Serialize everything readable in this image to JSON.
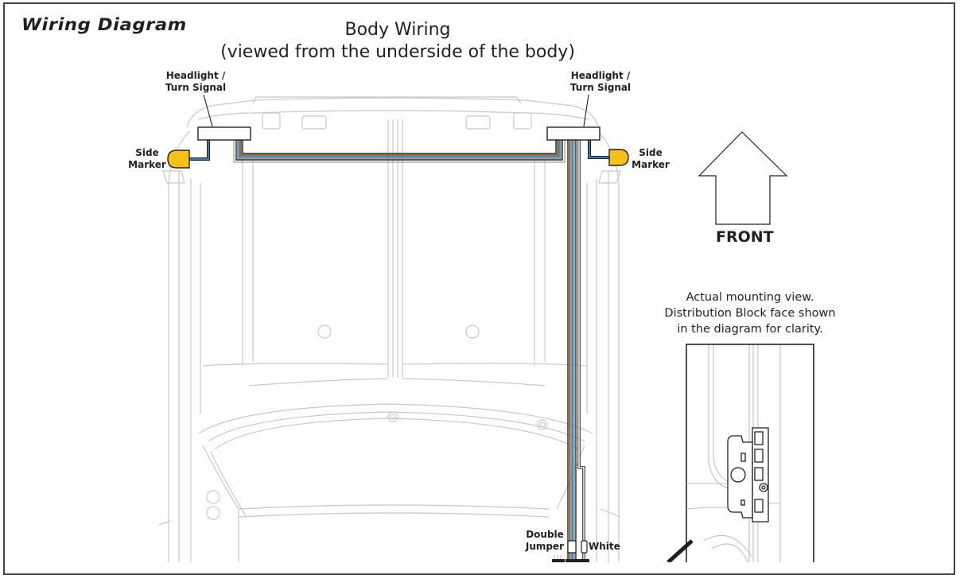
{
  "header": {
    "section_title": "Wiring Diagram",
    "title_line1": "Body Wiring",
    "title_line2": "(viewed from the underside of the body)"
  },
  "callouts": {
    "headlight_left": [
      "Headlight /",
      "Turn Signal"
    ],
    "headlight_right": [
      "Headlight /",
      "Turn Signal"
    ],
    "side_marker_left": [
      "Side",
      "Marker"
    ],
    "side_marker_right": [
      "Side",
      "Marker"
    ],
    "double_jumper": [
      "Double",
      "Jumper"
    ],
    "white": "White"
  },
  "orientation": {
    "arrow_icon": "up-arrow-icon",
    "label": "FRONT"
  },
  "inset": {
    "note_lines": [
      "Actual mounting view.",
      "Distribution Block face shown",
      "in the diagram for clarity."
    ]
  },
  "colors": {
    "frame": "#444444",
    "body_outline": "#c8c8c8",
    "wire_black": "#231f20",
    "wire_brown": "#8a5a1e",
    "wire_blue": "#2b7fbf",
    "wire_gray": "#8c8c8c",
    "side_marker_fill": "#f5c118",
    "lamp_fill": "#ffffff"
  }
}
